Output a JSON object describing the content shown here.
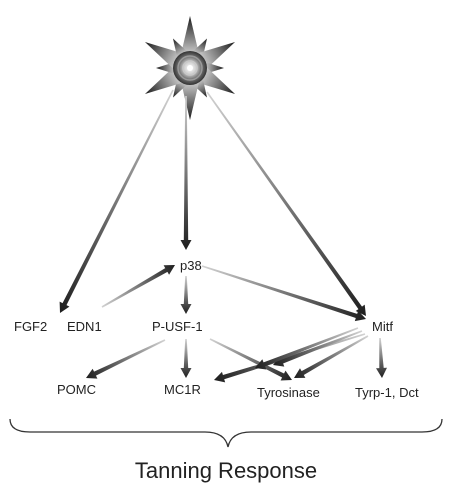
{
  "source": {
    "icon": "sun-star-icon"
  },
  "nodes": {
    "fgf2": "FGF2",
    "edn1": "EDN1",
    "p38": "p38",
    "pusf1": "P-USF-1",
    "mitf": "Mitf",
    "pomc": "POMC",
    "mc1r": "MC1R",
    "tyrosinase": "Tyrosinase",
    "tyrp1_dct": "Tyrp-1, Dct"
  },
  "footer": {
    "label": "Tanning Response"
  },
  "edges": [
    {
      "from": "sun",
      "to": "fgf2"
    },
    {
      "from": "sun",
      "to": "p38"
    },
    {
      "from": "sun",
      "to": "mitf"
    },
    {
      "from": "edn1",
      "to": "p38"
    },
    {
      "from": "p38",
      "to": "pusf1"
    },
    {
      "from": "p38",
      "to": "mitf"
    },
    {
      "from": "pusf1",
      "to": "pomc"
    },
    {
      "from": "pusf1",
      "to": "mc1r"
    },
    {
      "from": "pusf1",
      "to": "tyrosinase"
    },
    {
      "from": "mitf",
      "to": "mc1r"
    },
    {
      "from": "mitf",
      "to": "tyrosinase"
    },
    {
      "from": "mitf",
      "to": "tyrp1_dct"
    }
  ],
  "colors": {
    "arrow_dark": "#222222",
    "arrow_light": "#bbbbbb",
    "text": "#222222"
  }
}
